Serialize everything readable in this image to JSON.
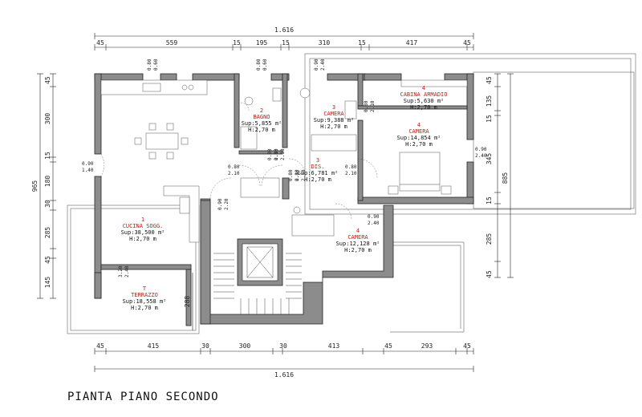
{
  "title": "PIANTA PIANO SECONDO",
  "top_total": "1.616",
  "bottom_total": "1.616",
  "top_dims": [
    "45",
    "559",
    "15",
    "195",
    "15",
    "310",
    "15",
    "417",
    "45"
  ],
  "bottom_dims": [
    "45",
    "415",
    "30",
    "300",
    "30",
    "413",
    "45",
    "293",
    "45"
  ],
  "left_dims": [
    "45",
    "300",
    "15",
    "180",
    "30",
    "285",
    "45",
    "145"
  ],
  "left_total": "965",
  "right_dims": [
    "45",
    "135",
    "15",
    "345",
    "15",
    "285",
    "45"
  ],
  "right_total": "885",
  "openings": [
    {
      "w": "0.80",
      "h": "0.60"
    },
    {
      "w": "0.80",
      "h": "0.60"
    },
    {
      "w": "0.90",
      "h": "2.40"
    },
    {
      "w": "0.80",
      "h": "2.10"
    },
    {
      "w": "0.90",
      "h": "1.40"
    },
    {
      "w": "0.80",
      "h": "2.10"
    },
    {
      "w": "0.80",
      "h": "2.10"
    },
    {
      "w": "0.80",
      "h": "2.10"
    },
    {
      "w": "0.80",
      "h": "2.10"
    },
    {
      "w": "0.90",
      "h": "2.40"
    },
    {
      "w": "0.90",
      "h": "2.40"
    },
    {
      "w": "0.90",
      "h": "2.20"
    },
    {
      "w": "0.80",
      "h": "2.10"
    },
    {
      "w": "0.80",
      "h": "2.10"
    },
    {
      "w": "3.20",
      "h": "2.40"
    }
  ],
  "rooms": {
    "cucina": {
      "num": "1",
      "name": "CUCINA SOGG.",
      "sup": "Sup:38,500 m²",
      "h": "H:2,70 m"
    },
    "bagno": {
      "num": "2",
      "name": "BAGNO",
      "sup": "Sup:5,855 m²",
      "h": "H:2,70 m"
    },
    "camera3": {
      "num": "3",
      "name": "CAMERA",
      "sup": "Sup:9,388 m²",
      "h": "H:2,70 m"
    },
    "dis": {
      "num": "3",
      "name": "DIS.",
      "sup": "Sup:6,781 m²",
      "h": "H:2,70 m"
    },
    "cabina": {
      "num": "4",
      "name": "CABINA ARMADIO",
      "sup": "Sup:5,630 m²",
      "h": "H:2,70 m"
    },
    "camera4a": {
      "num": "4",
      "name": "CAMERA",
      "sup": "Sup:14,854 m²",
      "h": "H:2,70 m"
    },
    "camera4b": {
      "num": "4",
      "name": "CAMERA",
      "sup": "Sup:12,128 m²",
      "h": "H:2,70 m"
    },
    "terrazzo": {
      "num": "T",
      "name": "TERRAZZO",
      "sup": "Sup:18,558 m²",
      "h": "H:2,70 m"
    }
  },
  "terrace_dim": "288"
}
